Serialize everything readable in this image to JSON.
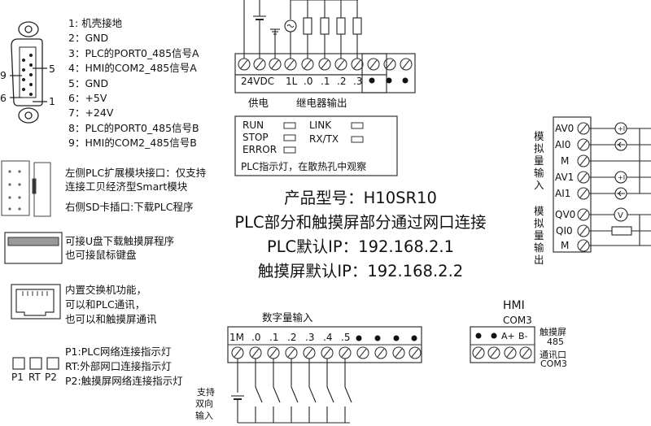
{
  "db9": {
    "pins": [
      "1: 机壳接地",
      "2：GND",
      "3：PLC的PORT0_485信号A",
      "4：HMI的COM2_485信号A",
      "5：GND",
      "6：+5V",
      "7：+24V",
      "8：PLC的PORT0_485信号B",
      "9：HMI的COM2_485信号B"
    ],
    "labels": {
      "p9": "9",
      "p5": "5",
      "p6": "6",
      "p1": "1"
    }
  },
  "expansion": {
    "line1": "左侧PLC扩展模块接口：仅支持",
    "line2": "连接工贝经济型Smart模块",
    "sd": "右侧SD卡插口:下载PLC程序"
  },
  "usb": {
    "line1": "可接U盘下载触摸屏程序",
    "line2": "也可接鼠标键盘"
  },
  "ethernet": {
    "line1": "内置交换机功能，",
    "line2": "可以和PLC通讯，",
    "line3": "也可以和触摸屏通讯"
  },
  "leds": {
    "labels": [
      "P1",
      "RT",
      "P2"
    ],
    "desc1": "P1:PLC网络连接指示灯",
    "desc2": "RT:外部网口连接指示灯",
    "desc3": "P2:触摸屏网络连接指示灯"
  },
  "top_terminal": {
    "labels": [
      "24VDC",
      "1L",
      ".0",
      ".1",
      ".2",
      ".3"
    ],
    "power": "供电",
    "relay": "继电器输出"
  },
  "status_box": {
    "run": "RUN",
    "stop": "STOP",
    "error": "ERROR",
    "link": "LINK",
    "rxtx": "RX/TX",
    "note": "PLC指示灯，在散热孔中观察"
  },
  "center": {
    "model": "产品型号：H10SR10",
    "line2": "PLC部分和触摸屏部分通过网口连接",
    "plc_ip": "PLC默认IP：192.168.2.1",
    "hmi_ip": "触摸屏默认IP：192.168.2.2"
  },
  "analog": {
    "terminals": [
      "AV0",
      "AI0",
      "M",
      "AV1",
      "AI1",
      "QV0",
      "QI0",
      "M"
    ],
    "input_label": "模拟量输入",
    "output_label": "模拟量输出"
  },
  "digital_input": {
    "title": "数字量输入",
    "labels": [
      "1M",
      ".0",
      ".1",
      ".2",
      ".3",
      ".4",
      ".5"
    ],
    "support": "支持",
    "bidir": "双向",
    "input": "输入"
  },
  "hmi": {
    "title": "HMI",
    "com": "COM3",
    "labels": [
      "A+",
      "B-"
    ],
    "note1": "触摸屏",
    "note2": "485",
    "note3": "通讯口",
    "note4": "COM3"
  }
}
